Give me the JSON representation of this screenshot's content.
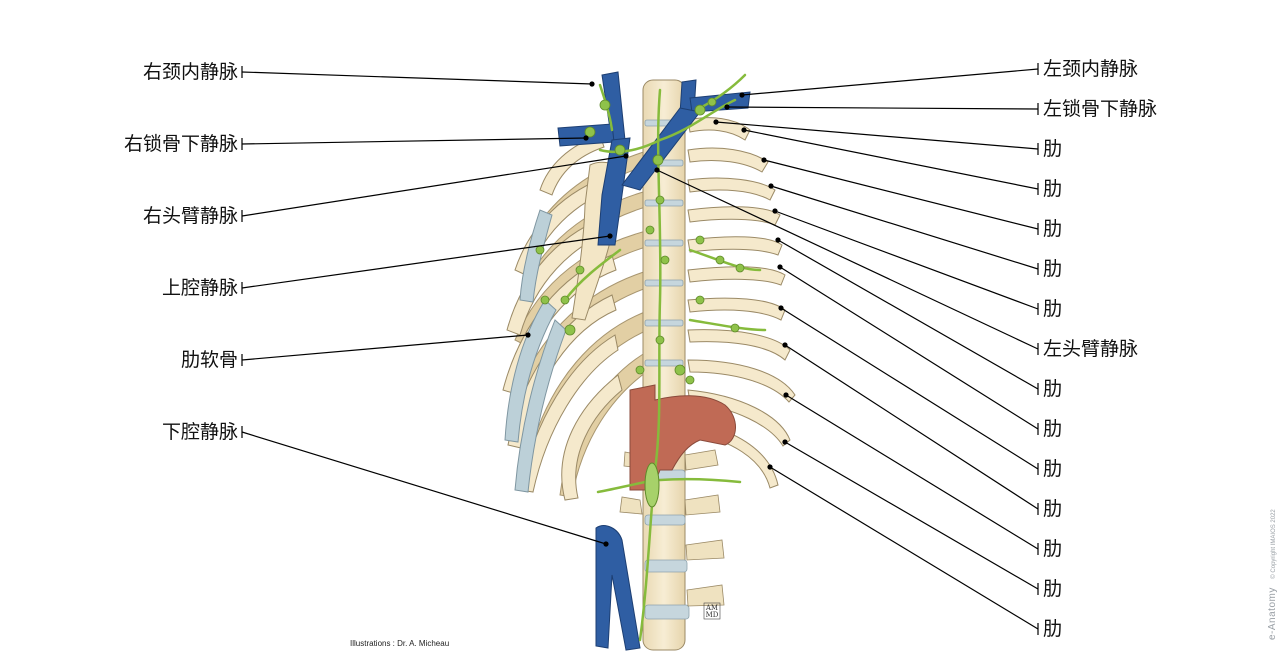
{
  "labels": {
    "left": [
      {
        "id": "right-internal-jugular-vein",
        "text": "右颈内静脉"
      },
      {
        "id": "right-subclavian-vein",
        "text": "右锁骨下静脉"
      },
      {
        "id": "right-brachiocephalic-vein",
        "text": "右头臂静脉"
      },
      {
        "id": "superior-vena-cava",
        "text": "上腔静脉"
      },
      {
        "id": "costal-cartilage",
        "text": "肋软骨"
      },
      {
        "id": "inferior-vena-cava",
        "text": "下腔静脉"
      }
    ],
    "right": [
      {
        "id": "left-internal-jugular-vein",
        "text": "左颈内静脉"
      },
      {
        "id": "left-subclavian-vein",
        "text": "左锁骨下静脉"
      },
      {
        "id": "rib-1",
        "text": "肋"
      },
      {
        "id": "rib-2",
        "text": "肋"
      },
      {
        "id": "rib-3",
        "text": "肋"
      },
      {
        "id": "rib-4",
        "text": "肋"
      },
      {
        "id": "rib-5",
        "text": "肋"
      },
      {
        "id": "left-brachiocephalic-vein",
        "text": "左头臂静脉"
      },
      {
        "id": "rib-6",
        "text": "肋"
      },
      {
        "id": "rib-7",
        "text": "肋"
      },
      {
        "id": "rib-8",
        "text": "肋"
      },
      {
        "id": "rib-9",
        "text": "肋"
      },
      {
        "id": "rib-10",
        "text": "肋"
      },
      {
        "id": "rib-11",
        "text": "肋"
      },
      {
        "id": "rib-12",
        "text": "肋"
      }
    ]
  },
  "credit": "Illustrations : Dr. A. Micheau",
  "brand": {
    "name": "e-Anatomy",
    "copyright": "© Copyright IMAIOS 2022"
  },
  "monogram": "AM\nMD",
  "colors": {
    "bone": "#f3e6c6",
    "bone_outline": "#9b8a66",
    "cartilage": "#bcd0d8",
    "vein": "#2f5ea3",
    "lymph": "#86bb3c",
    "diaphragm": "#c06a55",
    "leader": "#000000"
  }
}
